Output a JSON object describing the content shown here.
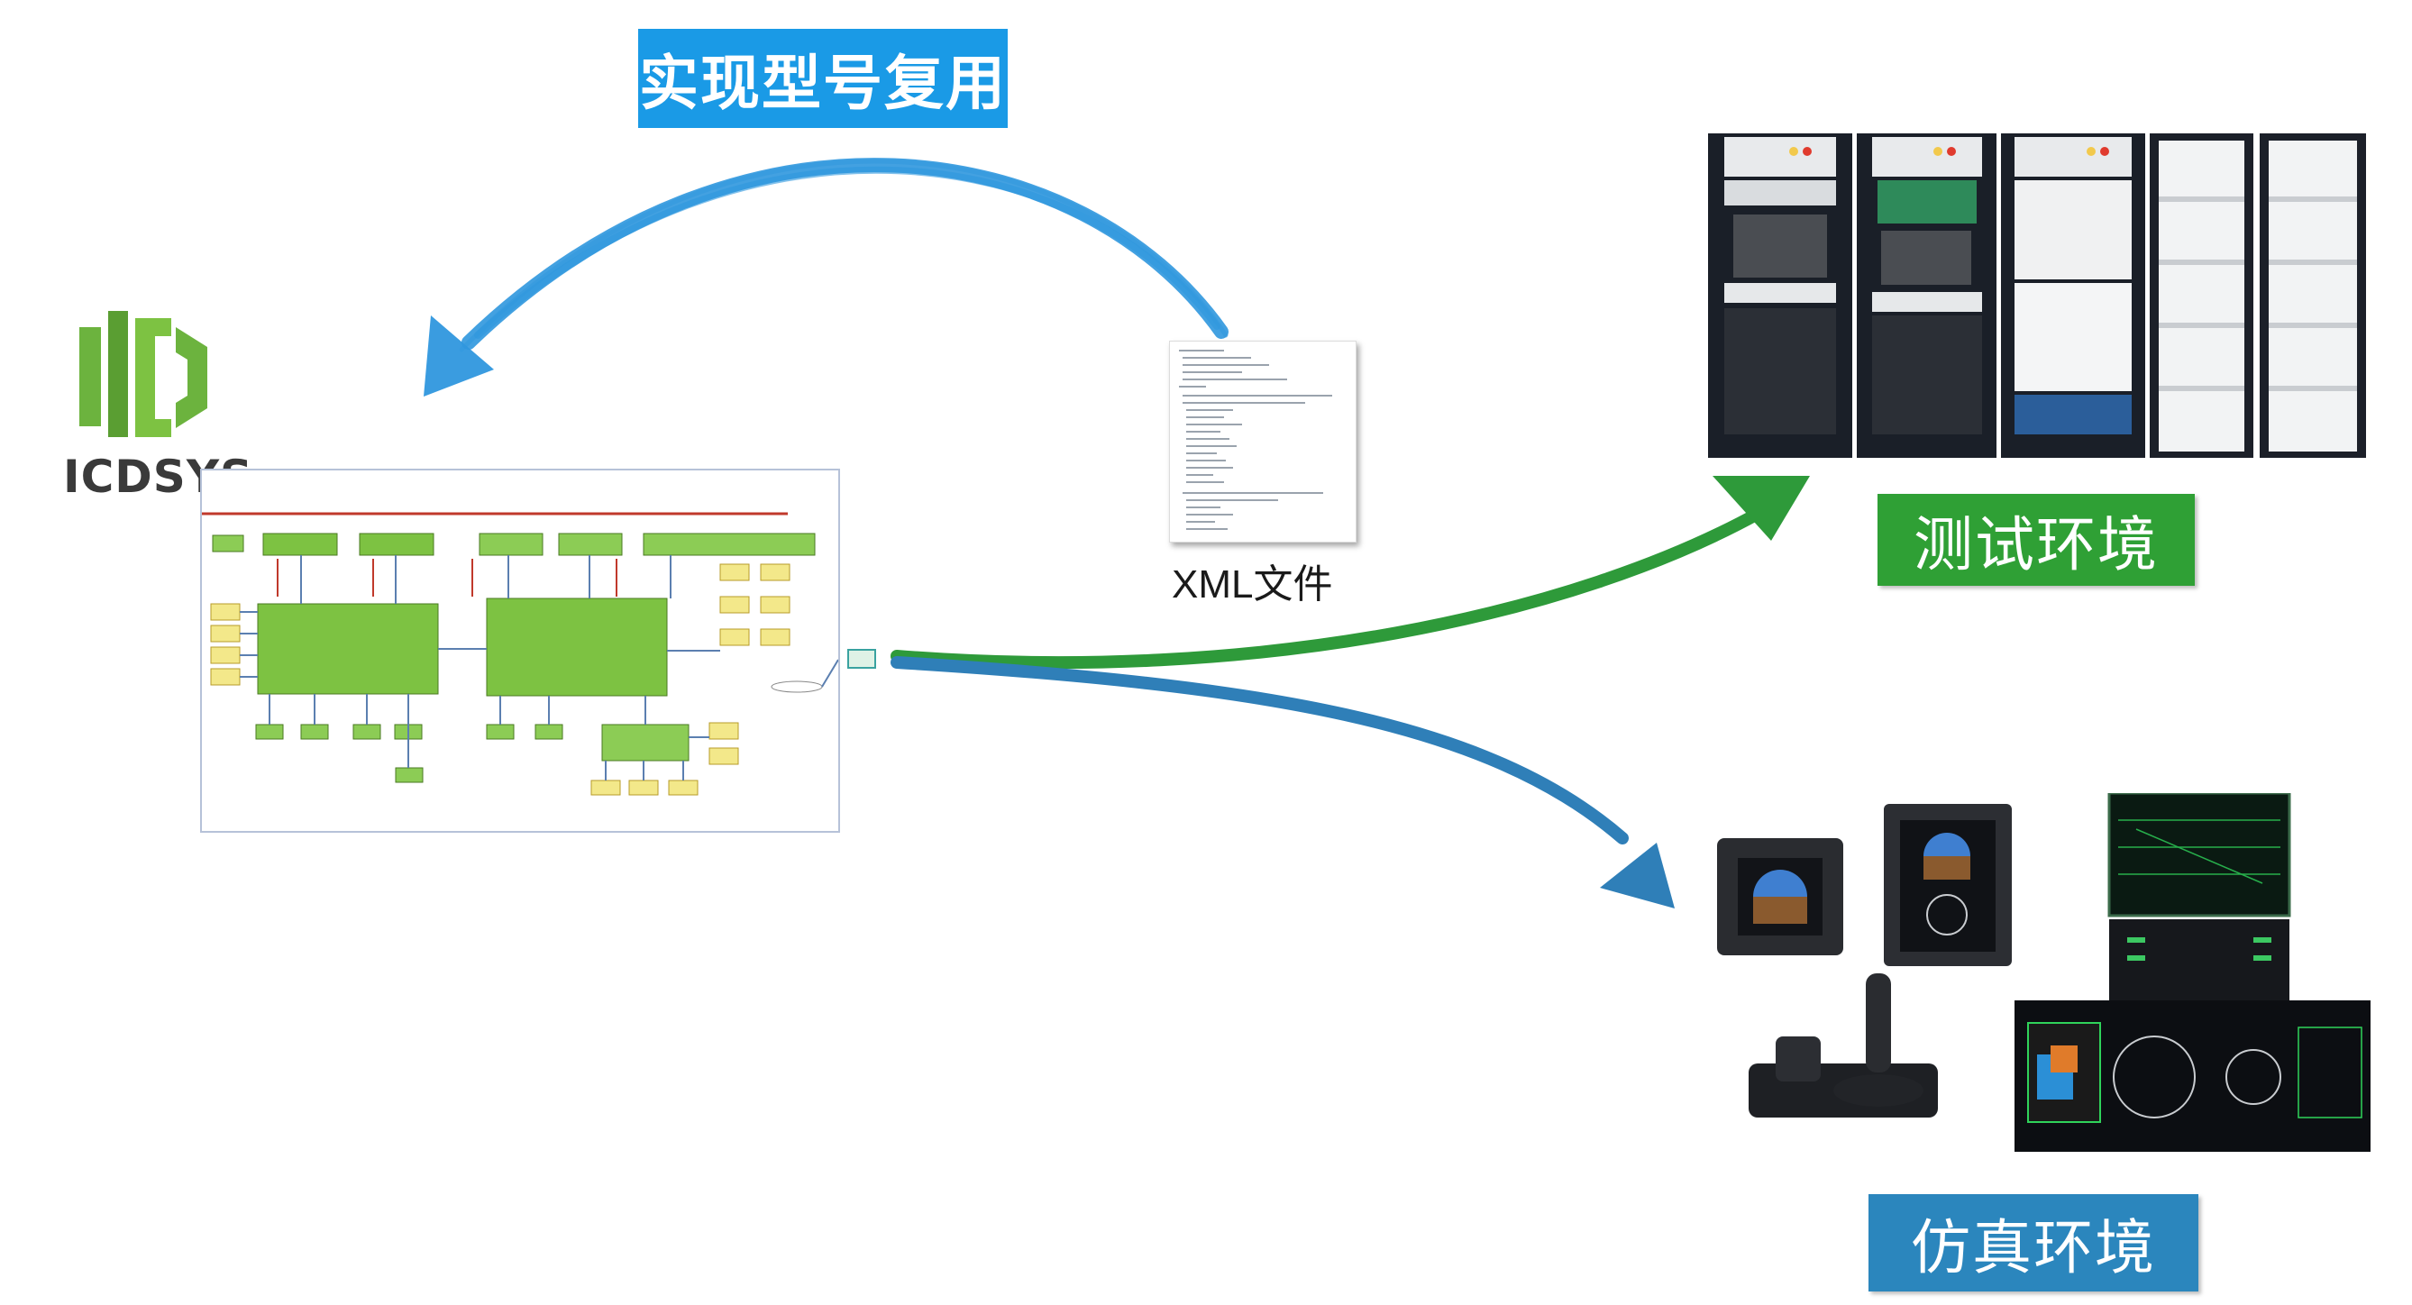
{
  "labels": {
    "reuse": "实现型号复用",
    "test_env": "测试环境",
    "sim_env": "仿真环境",
    "xml_file": "XML文件"
  },
  "logo": {
    "text": "ICDSYS",
    "color": "#6cb33e"
  },
  "colors": {
    "reuse_arrow": "#2f97de",
    "test_arrow": "#2e9a3a",
    "sim_arrow": "#2f7fb8",
    "block_green": "#7dc242",
    "block_yellow": "#f3e88a"
  },
  "icons": [
    "icd-logo-icon",
    "xml-document-icon",
    "test-rack-image",
    "cockpit-simulator-image"
  ]
}
